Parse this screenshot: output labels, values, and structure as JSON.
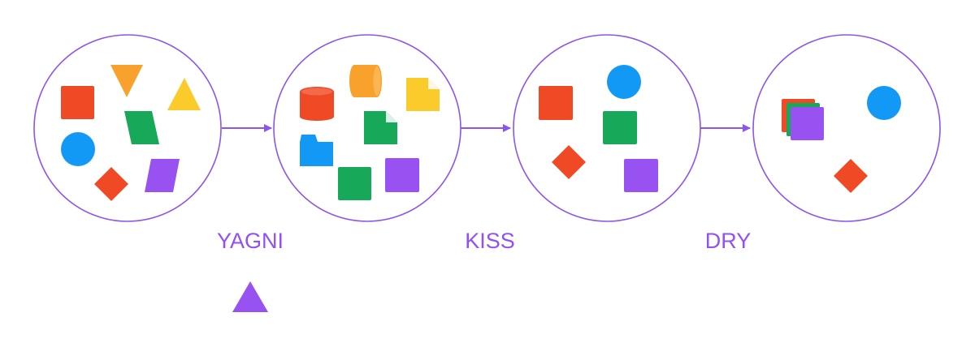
{
  "colors": {
    "outline": "#8B55EE",
    "label": "#9350F2",
    "red": "#EF4A25",
    "orange": "#F8A22D",
    "yellow": "#FBCB2C",
    "green": "#17A85A",
    "blue": "#1199F5",
    "purple": "#9952F2"
  },
  "labels": {
    "yagni": "YAGNI",
    "kiss": "KISS",
    "dry": "DRY"
  },
  "stages": [
    {
      "name": "raw-collection"
    },
    {
      "name": "yagni-result"
    },
    {
      "name": "kiss-result"
    },
    {
      "name": "dry-result"
    }
  ],
  "discarded_item": {
    "shape": "triangle-icon",
    "color": "purple"
  }
}
